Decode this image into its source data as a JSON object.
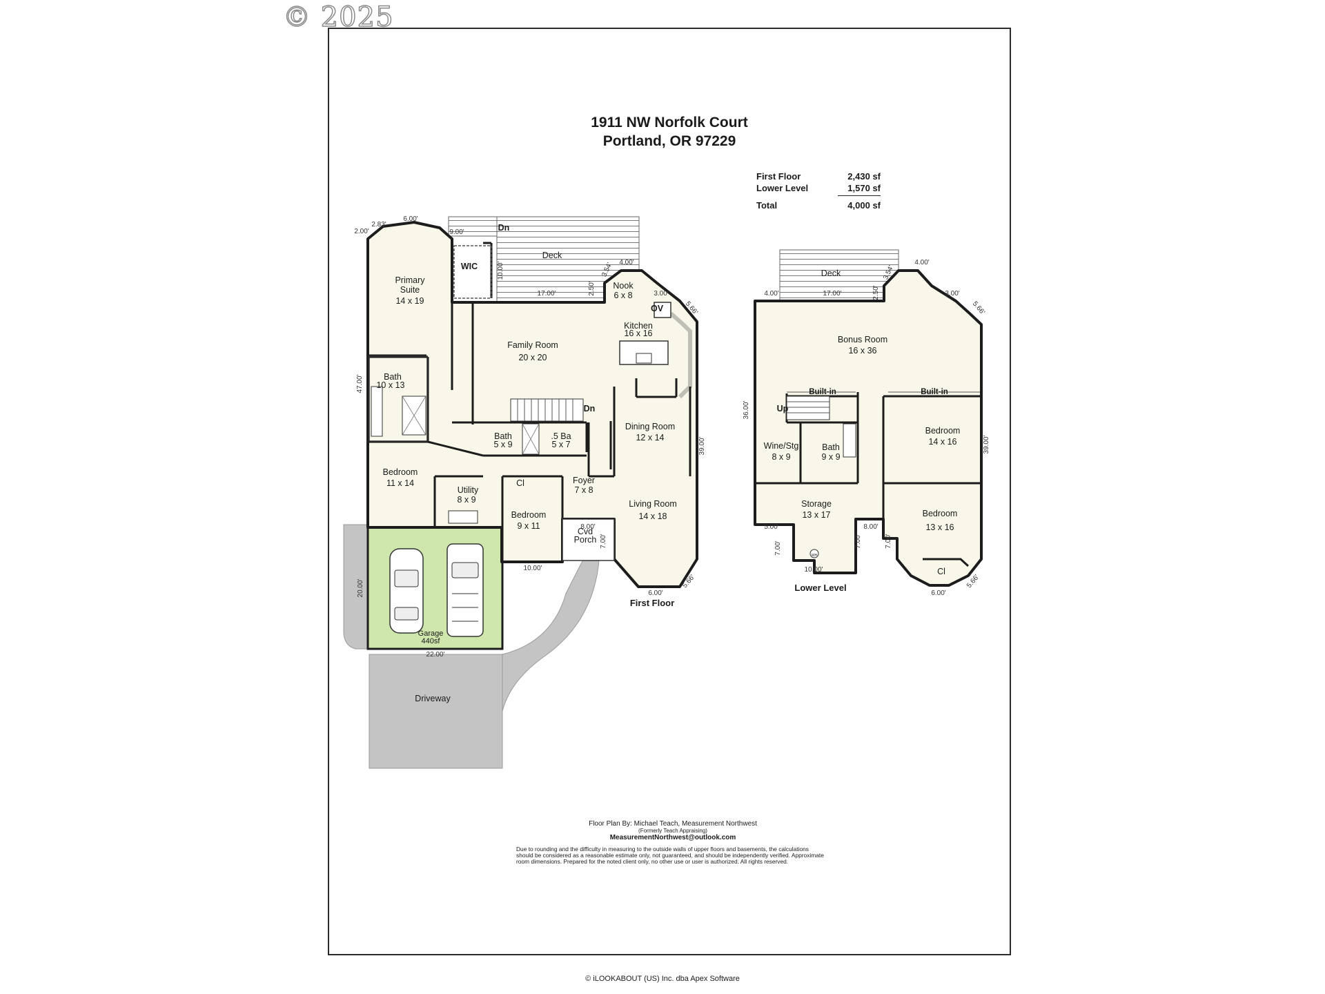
{
  "watermark": "© 2025",
  "title": {
    "line1": "1911 NW Norfolk Court",
    "line2": "Portland, OR 97229"
  },
  "areas": [
    {
      "label": "First Floor",
      "value": "2,430 sf"
    },
    {
      "label": "Lower Level",
      "value": "1,570 sf"
    },
    {
      "label": "Total",
      "value": "4,000 sf"
    }
  ],
  "first_floor": {
    "caption": "First Floor",
    "rooms": {
      "primary_suite": [
        "Primary",
        "Suite",
        "14 x 19"
      ],
      "wic": "WIC",
      "deck": "Deck",
      "nook": [
        "Nook",
        "6 x 8"
      ],
      "ov": "OV",
      "kitchen": [
        "Kitchen",
        "16 x 16"
      ],
      "family_room": [
        "Family Room",
        "20 x 20"
      ],
      "bath_primary": [
        "Bath",
        "10 x 13"
      ],
      "dn_stairs": "Dn",
      "deck_stairs": "Dn",
      "bath_hall": [
        "Bath",
        "5 x 9"
      ],
      "half_bath": [
        ".5 Ba",
        "5 x 7"
      ],
      "dining_room": [
        "Dining Room",
        "12 x 14"
      ],
      "bedroom_a": [
        "Bedroom",
        "11 x 14"
      ],
      "utility": [
        "Utility",
        "8 x 9"
      ],
      "bedroom_b": [
        "Bedroom",
        "9 x 11"
      ],
      "foyer": [
        "Foyer",
        "7 x 8"
      ],
      "cvd_porch": [
        "Cvd",
        "Porch"
      ],
      "living_room": [
        "Living Room",
        "14 x 18"
      ],
      "garage": [
        "Garage",
        "440sf"
      ],
      "driveway": "Driveway",
      "closet": "Cl"
    },
    "dimensions": [
      "2.00'",
      "2.83'",
      "6.00'",
      "9.00'",
      "10.00'",
      "4.00'",
      "3.54'",
      "2.50'",
      "17.00'",
      "3.00'",
      "5.66'",
      "47.00'",
      "39.00'",
      "8.00'",
      "7.00'",
      "10.00'",
      "6.00'",
      "5.66'",
      "20.00'",
      "22.00'"
    ]
  },
  "lower_level": {
    "caption": "Lower Level",
    "rooms": {
      "deck": "Deck",
      "bonus_room": [
        "Bonus Room",
        "16 x 36"
      ],
      "built_in_a": "Built-in",
      "built_in_b": "Built-in",
      "up": "Up",
      "wine": [
        "Wine/Stg",
        "8 x 9"
      ],
      "bath": [
        "Bath",
        "9 x 9"
      ],
      "bedroom_a": [
        "Bedroom",
        "14 x 16"
      ],
      "storage": [
        "Storage",
        "13 x 17"
      ],
      "bedroom_b": [
        "Bedroom",
        "13 x 16"
      ],
      "closet": "Cl",
      "wh": "WH"
    },
    "dimensions": [
      "4.00'",
      "17.00'",
      "2.50'",
      "3.54'",
      "4.00'",
      "3.00'",
      "5.66'",
      "36.00'",
      "39.00'",
      "5.00'",
      "7.00'",
      "10.00'",
      "7.00'",
      "8.00'",
      "7.00'",
      "6.00'",
      "5.66'"
    ]
  },
  "footer": {
    "by": "Floor Plan By: Michael Teach, Measurement Northwest",
    "formerly": "(Formerly Teach Appraising)",
    "email": "MeasurementNorthwest@outlook.com",
    "disclaimer": "Due to rounding and the difficulty in measuring to the outside walls of upper floors and basements, the calculations should be considered as a reasonable estimate only, not guaranteed, and should be independently verified. Approximate room dimensions. Prepared for the noted client only, no other use or user is authorized. All rights reserved."
  },
  "copyright": "© iLOOKABOUT (US) Inc. dba Apex Software",
  "colors": {
    "floor_fill": "#f8f7e9",
    "garage_fill": "#cfe6ad",
    "driveway_fill": "#c4c4c4",
    "wall": "#1c1c1c"
  }
}
